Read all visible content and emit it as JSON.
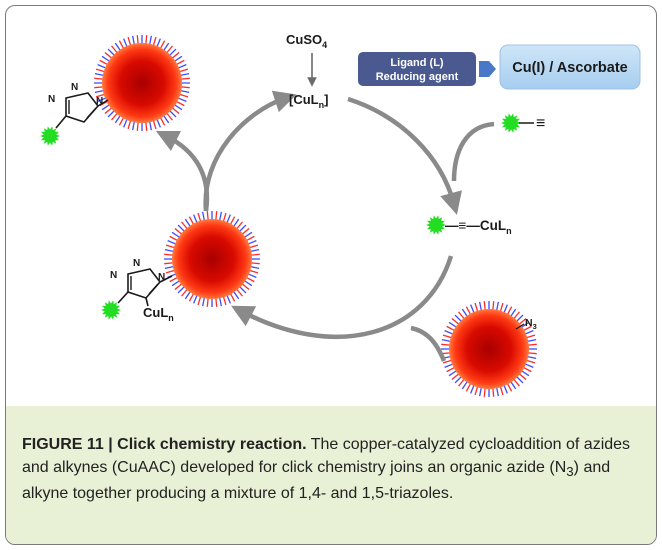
{
  "diagram": {
    "cuso4_label": "CuSO",
    "cuso4_sub": "4",
    "culn_bracket_open": "[CuL",
    "culn_sub": "n",
    "culn_bracket_close": "]",
    "ligand_line1": "Ligand (L)",
    "ligand_line2": "Reducing agent",
    "cu_ascorbate": "Cu(I) / Ascorbate",
    "alkyne_triple": "≡",
    "acetylide_label": "—≡—CuL",
    "acetylide_sub": "n",
    "azide_label": "N",
    "azide_sub": "3",
    "triazole_n1": "N",
    "triazole_n2": "N",
    "triazole_n3": "N",
    "intermediate_culn": "CuL",
    "intermediate_culn_sub": "n",
    "colors": {
      "nanoparticle_core": "#c40000",
      "nanoparticle_edge": "#ff4a1a",
      "spike_blue": "#3a4cff",
      "spike_red": "#ff2a2a",
      "green_burst": "#22dd22",
      "ligand_box": "#4a5a90",
      "cu_box": "#b8d8f2",
      "arrow_gray": "#8a8a8a"
    }
  },
  "caption": {
    "title": "FIGURE 11 | Click chemistry reaction.",
    "text_part1": " The copper-catalyzed cycloaddition of azides and alkynes (CuAAC) developed for click chemistry joins an organic azide (N",
    "text_sub": "3",
    "text_part2": ") and alkyne together producing a mixture of 1,4- and 1,5-triazoles."
  }
}
